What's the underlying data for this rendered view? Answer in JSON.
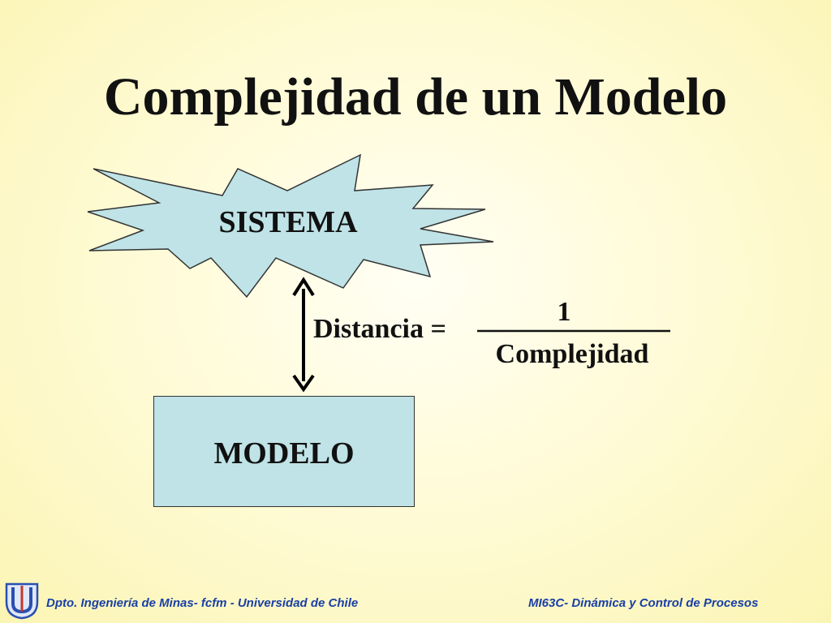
{
  "title": "Complejidad de un Modelo",
  "diagram": {
    "system_label": "SISTEMA",
    "model_label": "MODELO",
    "equation": {
      "lhs": "Distancia =",
      "numerator": "1",
      "denominator": "Complejidad"
    }
  },
  "footer": {
    "left": "Dpto.  Ingeniería de Minas- fcfm - Universidad de Chile",
    "right": "MI63C- Dinámica y Control de Procesos"
  },
  "colors": {
    "shape_fill": "#bfe3e6",
    "footer_text": "#1a3fa6",
    "logo": "#2a4fb0"
  }
}
